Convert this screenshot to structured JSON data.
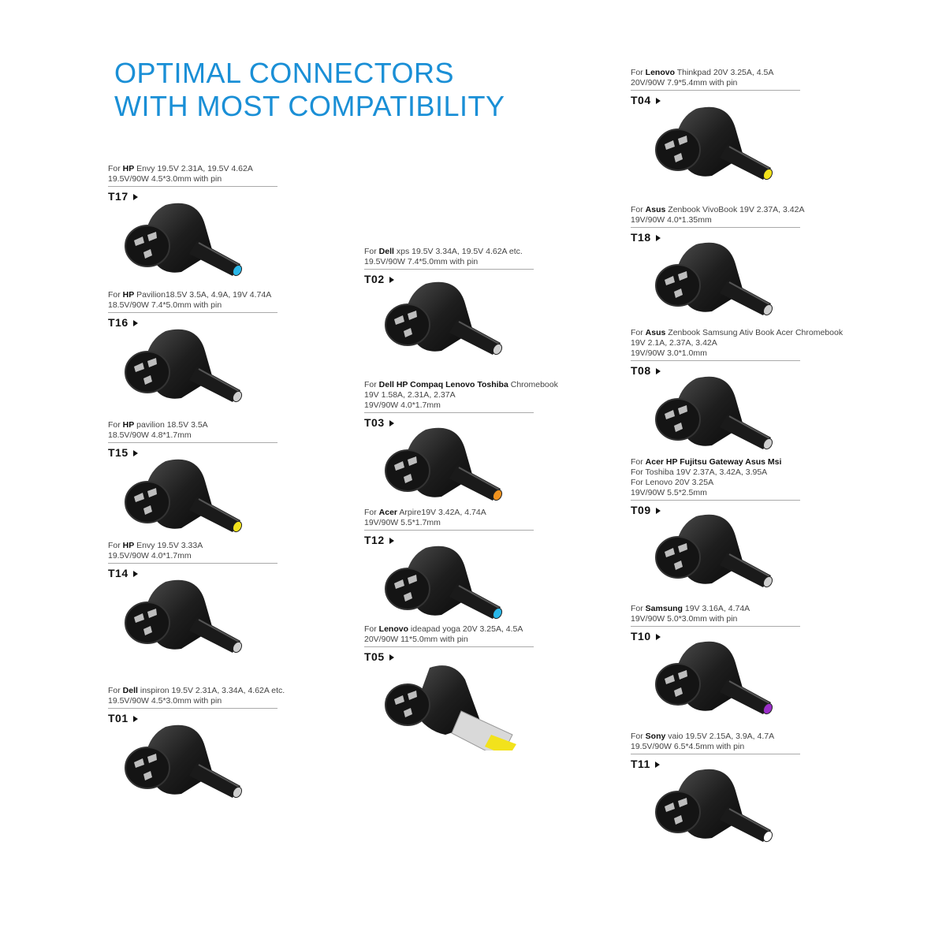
{
  "headline": {
    "line1": "OPTIMAL CONNECTORS",
    "line2": "WITH MOST COMPATIBILITY"
  },
  "colors": {
    "headline": "#1a8fd6"
  },
  "connectors": [
    {
      "code": "T17",
      "for": "For",
      "brands": "HP",
      "line1_rest": " Envy 19.5V 2.31A, 19.5V 4.62A",
      "line2": "19.5V/90W  4.5*3.0mm with pin",
      "line3": "",
      "tip_color": "#2ab7e8",
      "style": "round"
    },
    {
      "code": "T16",
      "for": "For",
      "brands": "HP",
      "line1_rest": " Pavilion18.5V 3.5A, 4.9A, 19V 4.74A",
      "line2": "18.5V/90W  7.4*5.0mm with pin",
      "line3": "",
      "tip_color": "#cfcfcf",
      "style": "round"
    },
    {
      "code": "T15",
      "for": "For",
      "brands": "HP",
      "line1_rest": " pavilion 18.5V 3.5A",
      "line2": "18.5V/90W 4.8*1.7mm",
      "line3": "",
      "tip_color": "#f2e21c",
      "style": "round"
    },
    {
      "code": "T14",
      "for": "For",
      "brands": "HP",
      "line1_rest": " Envy 19.5V 3.33A",
      "line2": "19.5V/90W 4.0*1.7mm",
      "line3": "",
      "tip_color": "#cfcfcf",
      "style": "round"
    },
    {
      "code": "T01",
      "for": "For",
      "brands": "Dell",
      "line1_rest": " inspiron 19.5V 2.31A, 3.34A, 4.62A etc.",
      "line2": "19.5V/90W  4.5*3.0mm with pin",
      "line3": "",
      "tip_color": "#cfcfcf",
      "style": "round"
    },
    {
      "code": "T02",
      "for": "For",
      "brands": "Dell",
      "line1_rest": " xps 19.5V 3.34A, 19.5V 4.62A etc.",
      "line2": "19.5V/90W  7.4*5.0mm with pin",
      "line3": "",
      "tip_color": "#cfcfcf",
      "style": "round"
    },
    {
      "code": "T03",
      "for": "For",
      "brands": "Dell HP Compaq Lenovo Toshiba",
      "line1_rest": " Chromebook",
      "line2": "19V 1.58A, 2.31A, 2.37A",
      "line3": "19V/90W  4.0*1.7mm",
      "tip_color": "#f0921e",
      "style": "round"
    },
    {
      "code": "T12",
      "for": "For",
      "brands": "Acer",
      "line1_rest": " Arpire19V 3.42A, 4.74A",
      "line2": "19V/90W  5.5*1.7mm",
      "line3": "",
      "tip_color": "#2ab7e8",
      "style": "round"
    },
    {
      "code": "T05",
      "for": "For",
      "brands": "Lenovo",
      "line1_rest": " ideapad yoga 20V 3.25A, 4.5A",
      "line2": "20V/90W 11*5.0mm with pin",
      "line3": "",
      "tip_color": "#f2e21c",
      "style": "square"
    },
    {
      "code": "T04",
      "for": "For",
      "brands": "Lenovo",
      "line1_rest": " Thinkpad 20V 3.25A, 4.5A",
      "line2": "20V/90W  7.9*5.4mm with pin",
      "line3": "",
      "tip_color": "#f2e21c",
      "style": "round"
    },
    {
      "code": "T18",
      "for": "For",
      "brands": "Asus",
      "line1_rest": " Zenbook VivoBook 19V 2.37A, 3.42A",
      "line2": "19V/90W 4.0*1.35mm",
      "line3": "",
      "tip_color": "#cfcfcf",
      "style": "round"
    },
    {
      "code": "T08",
      "for": "For",
      "brands": "Asus",
      "line1_rest": " Zenbook Samsung Ativ Book Acer Chromebook",
      "line2": "19V 2.1A, 2.37A, 3.42A",
      "line3": "19V/90W 3.0*1.0mm",
      "tip_color": "#cfcfcf",
      "style": "round"
    },
    {
      "code": "T09",
      "for": "For",
      "brands": "Acer HP Fujitsu Gateway Asus Msi",
      "line1_rest": "",
      "line2": "For Toshiba 19V 2.37A, 3.42A, 3.95A",
      "line3": "For Lenovo 20V 3.25A",
      "line4": "19V/90W 5.5*2.5mm",
      "tip_color": "#cfcfcf",
      "style": "round"
    },
    {
      "code": "T10",
      "for": "For",
      "brands": "Samsung",
      "line1_rest": " 19V 3.16A, 4.74A",
      "line2": "19V/90W  5.0*3.0mm with pin",
      "line3": "",
      "tip_color": "#9b2fc9",
      "style": "round"
    },
    {
      "code": "T11",
      "for": "For",
      "brands": "Sony",
      "line1_rest": " vaio 19.5V 2.15A, 3.9A, 4.7A",
      "line2": "19.5V/90W 6.5*4.5mm with pin",
      "line3": "",
      "tip_color": "#ffffff",
      "style": "round"
    }
  ]
}
